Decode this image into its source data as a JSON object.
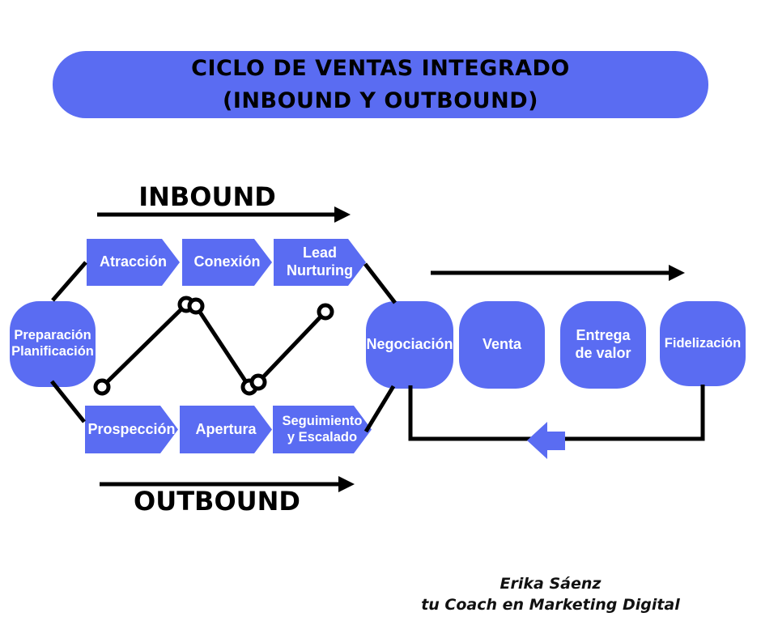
{
  "title": {
    "line1": "CICLO DE VENTAS INTEGRADO",
    "line2": "(INBOUND Y OUTBOUND)"
  },
  "inbound": {
    "label": "INBOUND",
    "stages": [
      {
        "label": "Atracción"
      },
      {
        "label": "Conexión"
      },
      {
        "label": "Lead\nNurturing"
      }
    ]
  },
  "outbound": {
    "label": "OUTBOUND",
    "stages": [
      {
        "label": "Prospección"
      },
      {
        "label": "Apertura"
      },
      {
        "label": "Seguimiento\ny Escalado"
      }
    ]
  },
  "start_stage": {
    "label": "Preparación\nPlanificación"
  },
  "shared_stages": [
    {
      "label": "Negociación"
    },
    {
      "label": "Venta"
    },
    {
      "label": "Entrega\nde valor"
    },
    {
      "label": "Fidelización"
    }
  ],
  "footer": {
    "line1": "Erika Sáenz",
    "line2": "tu Coach en Marketing Digital"
  },
  "colors": {
    "accent": "#5a6cf2",
    "line": "#000000",
    "box_text": "#ffffff",
    "title_text": "#000000"
  }
}
